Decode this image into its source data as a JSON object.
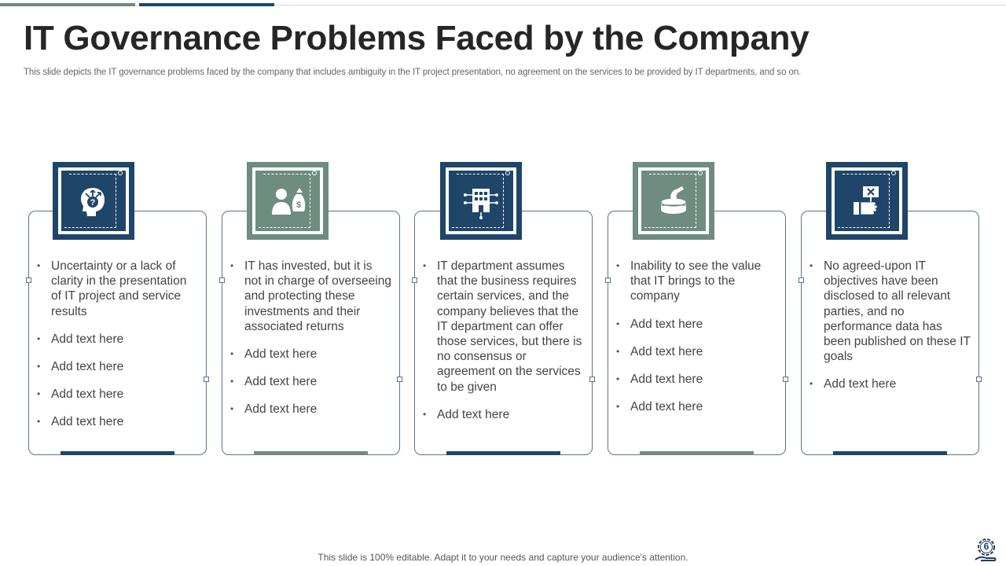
{
  "title": "IT Governance Problems Faced by the Company",
  "subtitle": "This slide depicts the IT governance problems faced by the company that includes ambiguity in the IT project presentation, no agreement on the services to be provided by IT departments, and so on.",
  "colors": {
    "navy": "#1f4568",
    "sage": "#6e8c80",
    "border": "#5a7489"
  },
  "cards": [
    {
      "icon": "head-question-icon",
      "items": [
        "Uncertainty or a lack of clarity in the presentation of IT project and service results",
        "Add text here",
        "Add text here",
        "Add text here",
        "Add text here"
      ]
    },
    {
      "icon": "investor-money-bag-icon",
      "items": [
        "IT has invested, but it is not in charge of overseeing and protecting these investments and their associated returns",
        "Add text here",
        "Add text here",
        "Add text here"
      ]
    },
    {
      "icon": "building-network-icon",
      "items": [
        "IT department assumes that the business requires certain services, and the company believes that the IT department can offer those services, but there is no consensus or agreement on the services to be given",
        "Add text here"
      ]
    },
    {
      "icon": "hand-coins-icon",
      "items": [
        "Inability to see the value that IT brings to the company",
        "Add text here",
        "Add text here",
        "Add text here",
        "Add text here"
      ]
    },
    {
      "icon": "thumbs-down-sign-icon",
      "items": [
        "No agreed-upon IT objectives have been disclosed to all relevant parties, and no performance data has been published on these IT goals",
        "Add text here"
      ]
    }
  ],
  "footer": "This slide is 100% editable. Adapt it to your needs and capture your audience's attention.",
  "page_number": "6"
}
